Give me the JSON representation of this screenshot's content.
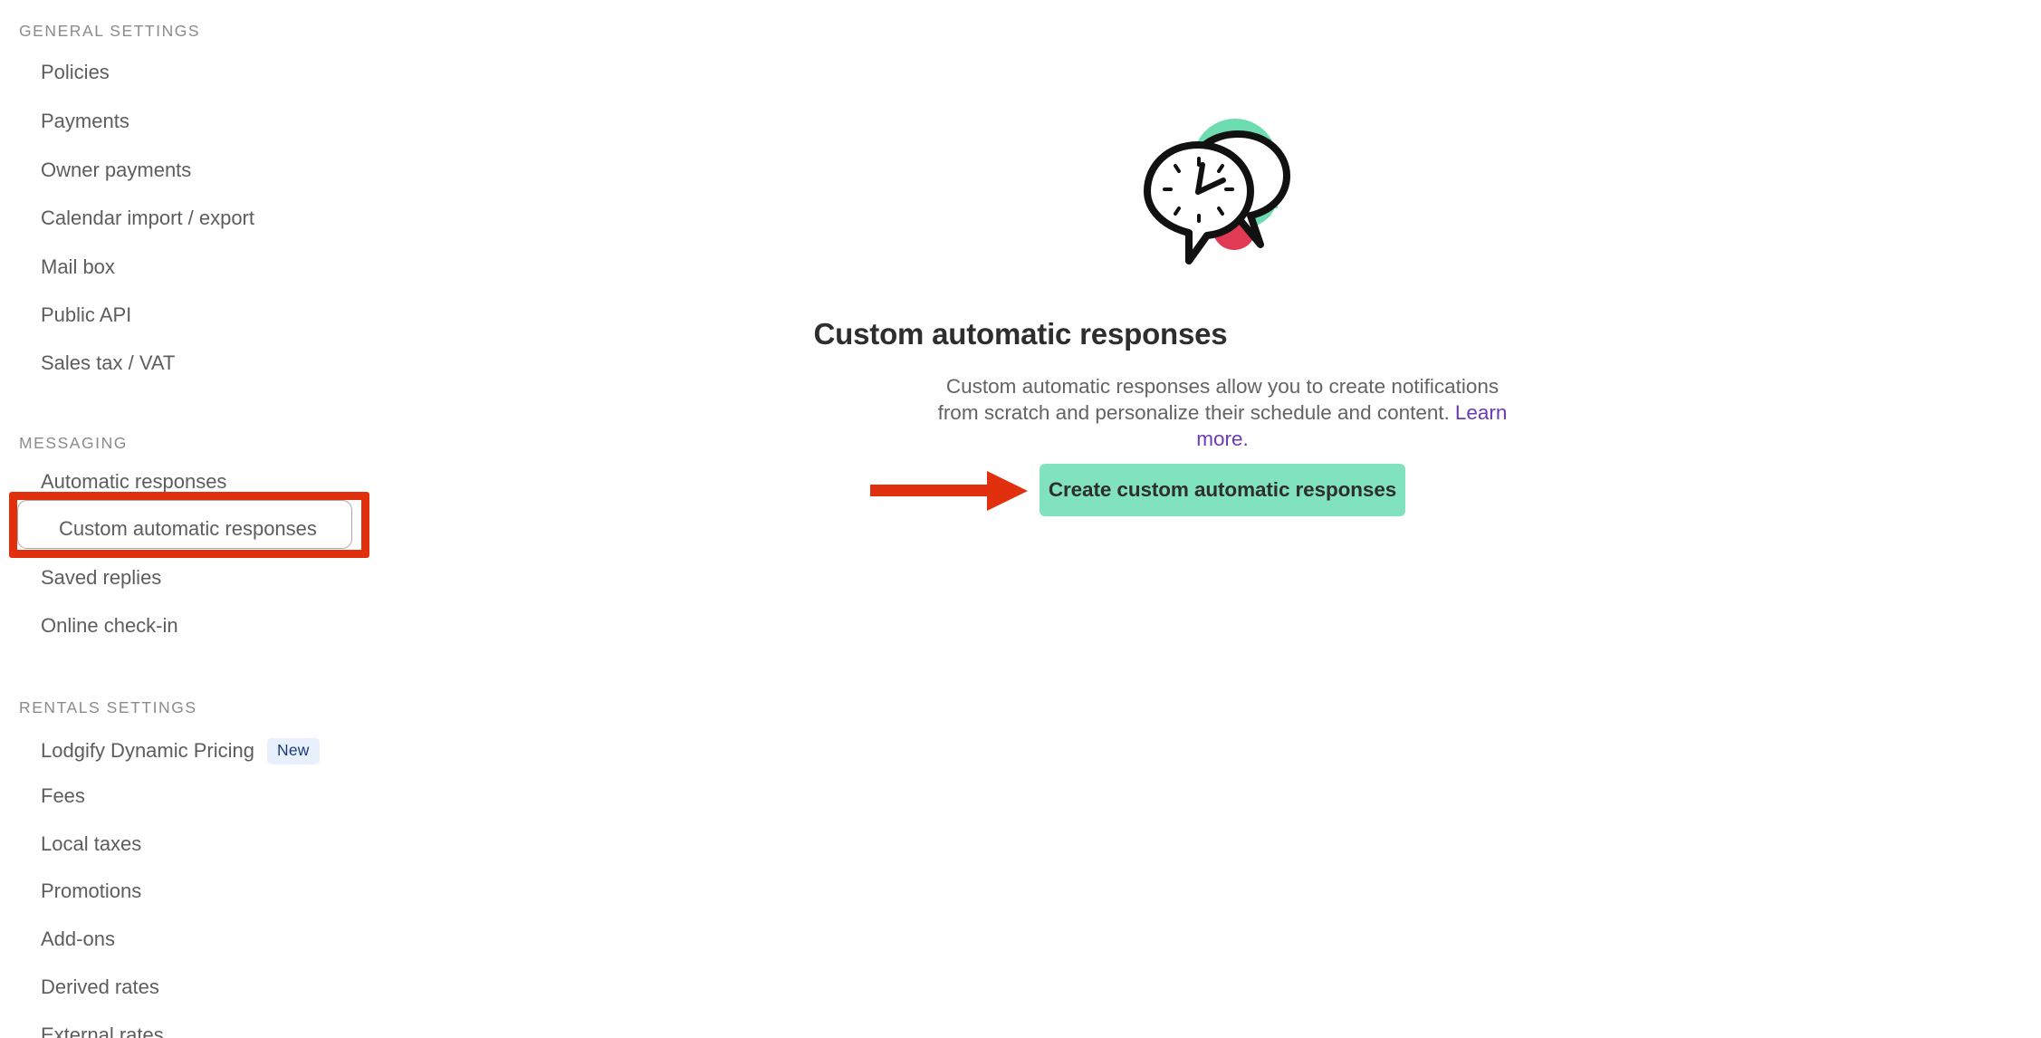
{
  "colors": {
    "accent_green": "#80e3be",
    "annotation_red": "#e0300d",
    "link_purple": "#6b3aba",
    "badge_bg": "#e7f0fc",
    "badge_text": "#1c3a76",
    "nav_text": "#5d5d5d",
    "section_title": "#8b8b8b",
    "heading": "#2e2e2e",
    "illustration_green": "#6ddcb0",
    "illustration_red": "#e03a55"
  },
  "sidebar": {
    "sections": [
      {
        "title": "General settings",
        "items": [
          {
            "label": "Policies"
          },
          {
            "label": "Payments"
          },
          {
            "label": "Owner payments"
          },
          {
            "label": "Calendar import / export"
          },
          {
            "label": "Mail box"
          },
          {
            "label": "Public API"
          },
          {
            "label": "Sales tax / VAT"
          }
        ]
      },
      {
        "title": "Messaging",
        "items": [
          {
            "label": "Automatic responses"
          },
          {
            "label": "Custom automatic responses"
          },
          {
            "label": "Saved replies"
          },
          {
            "label": "Online check-in"
          }
        ]
      },
      {
        "title": "Rentals settings",
        "items": [
          {
            "label": "Lodgify Dynamic Pricing",
            "badge": "New"
          },
          {
            "label": "Fees"
          },
          {
            "label": "Local taxes"
          },
          {
            "label": "Promotions"
          },
          {
            "label": "Add-ons"
          },
          {
            "label": "Derived rates"
          },
          {
            "label": "External rates"
          }
        ]
      }
    ],
    "selected_item": "Custom automatic responses"
  },
  "main": {
    "illustration_name": "clock-speech-bubble-illustration",
    "heading": "Custom automatic responses",
    "description": "Custom automatic responses allow you to create notifications from scratch and personalize their schedule and content.",
    "learn_more_label": "Learn more.",
    "cta_label": "Create custom automatic responses"
  },
  "annotation": {
    "arrow_name": "red-pointer-arrow",
    "highlight_name": "red-highlight-rectangle"
  }
}
